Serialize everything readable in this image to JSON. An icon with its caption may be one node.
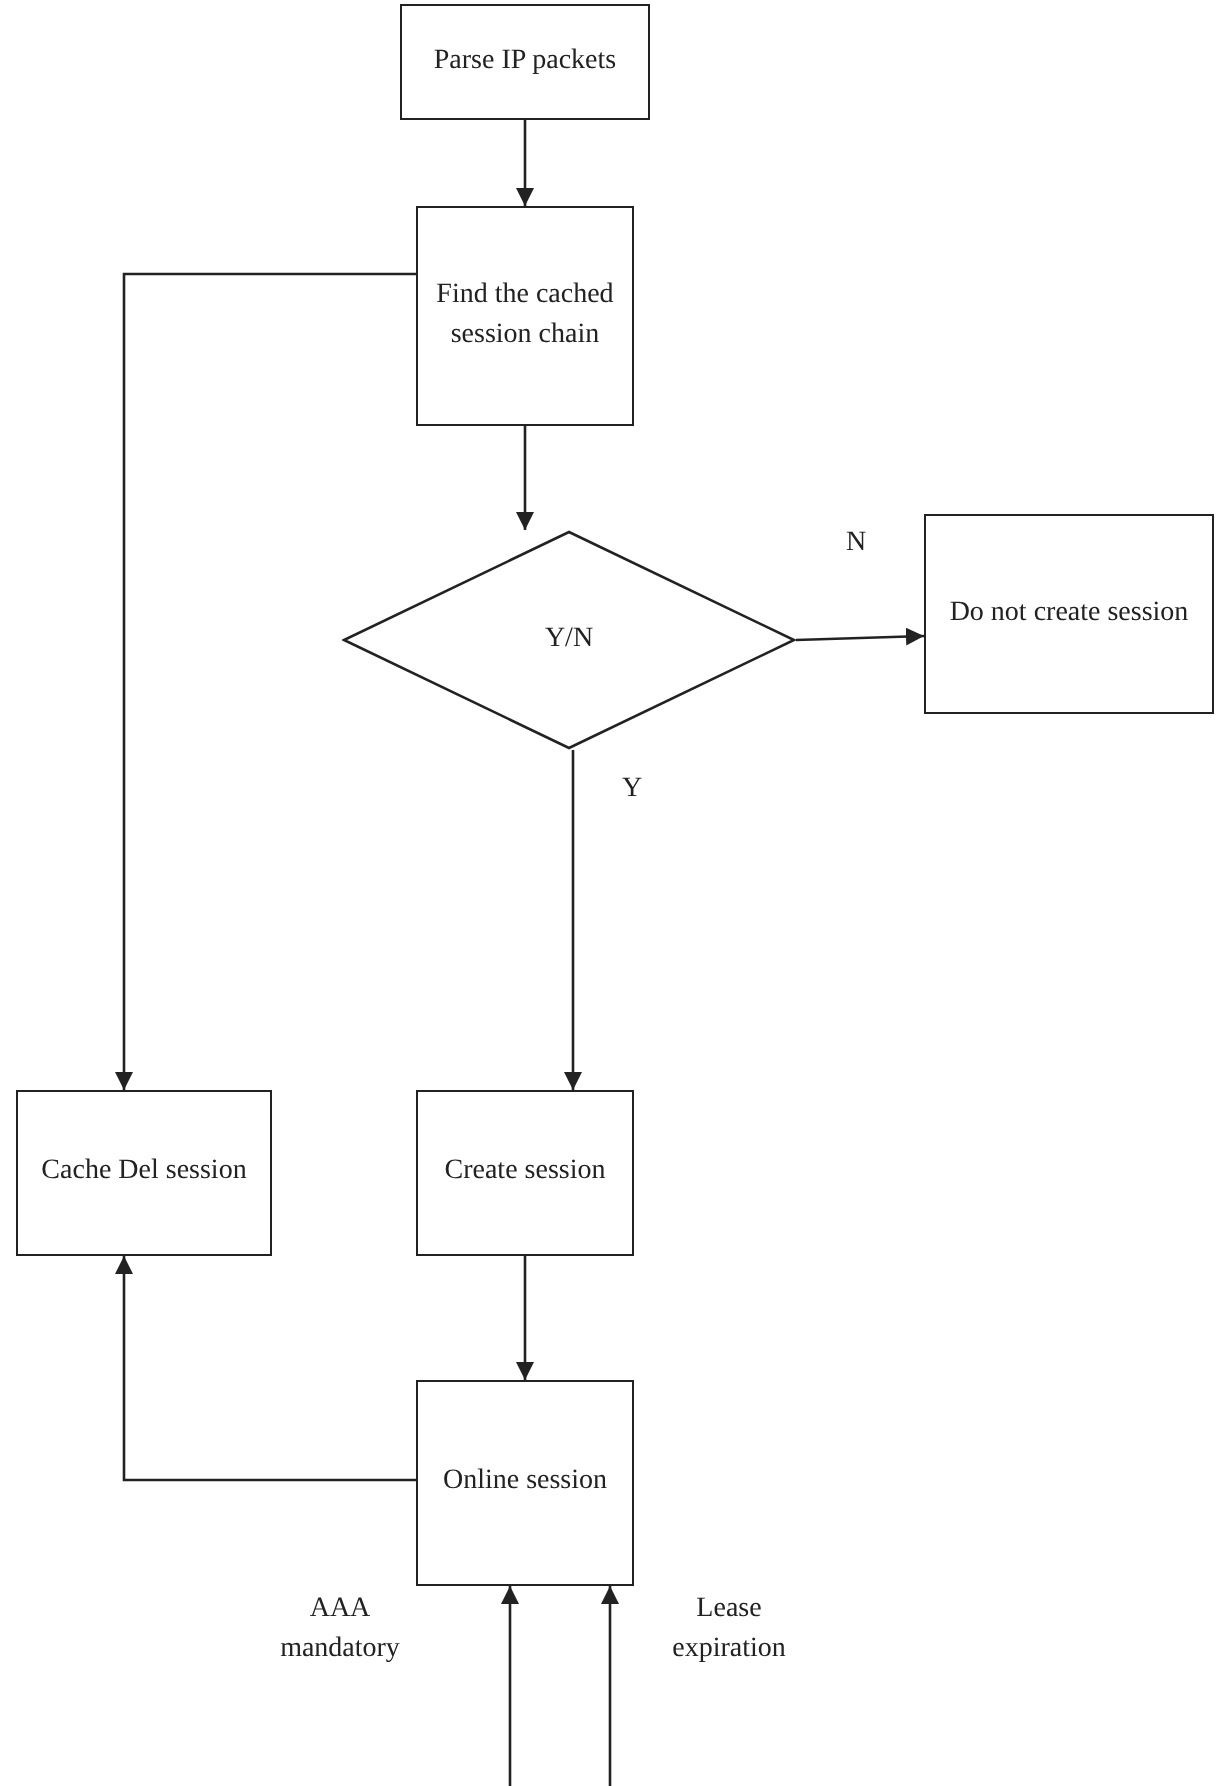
{
  "diagram": {
    "nodes": [
      {
        "text": [
          "Parse IP packets"
        ]
      },
      {
        "text": [
          "Find the cached session chain"
        ]
      },
      {
        "text": [
          "Y/N"
        ]
      },
      {
        "text": [
          "Do not create session"
        ]
      },
      {
        "text": [
          "Cache Del session"
        ]
      },
      {
        "text": [
          "Create session"
        ]
      },
      {
        "text": [
          "Online session"
        ]
      }
    ],
    "edges": [
      {
        "from": 0,
        "to": 1,
        "arrow": "to"
      },
      {
        "from": 1,
        "to": 4,
        "arrow": "to"
      },
      {
        "from": 1,
        "to": 2,
        "arrow": "to"
      },
      {
        "from": 2,
        "to": 3,
        "arrow": "to",
        "label": "N"
      },
      {
        "from": 2,
        "to": 5,
        "arrow": "to",
        "label": "Y"
      },
      {
        "from": 5,
        "to": 6,
        "arrow": "to"
      },
      {
        "from": 6,
        "to": 4,
        "arrow": "to"
      },
      {
        "from": null,
        "to": 6,
        "arrow": "to",
        "label": "AAA mandatory"
      },
      {
        "from": null,
        "to": 6,
        "arrow": "to",
        "label": "Lease expiration"
      }
    ]
  }
}
